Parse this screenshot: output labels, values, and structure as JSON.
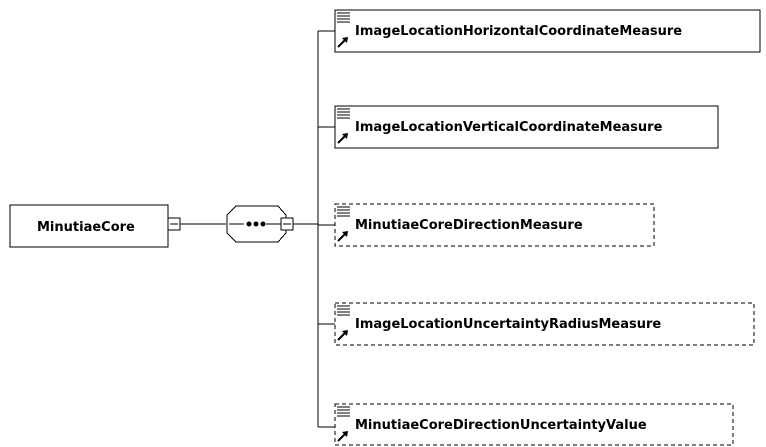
{
  "root": {
    "label": "MinutiaeCore"
  },
  "compositor": {
    "kind": "sequence"
  },
  "children": [
    {
      "label": "ImageLocationHorizontalCoordinateMeasure",
      "optional": false
    },
    {
      "label": "ImageLocationVerticalCoordinateMeasure",
      "optional": false
    },
    {
      "label": "MinutiaeCoreDirectionMeasure",
      "optional": true
    },
    {
      "label": "ImageLocationUncertaintyRadiusMeasure",
      "optional": true
    },
    {
      "label": "MinutiaeCoreDirectionUncertaintyValue",
      "optional": true
    }
  ]
}
